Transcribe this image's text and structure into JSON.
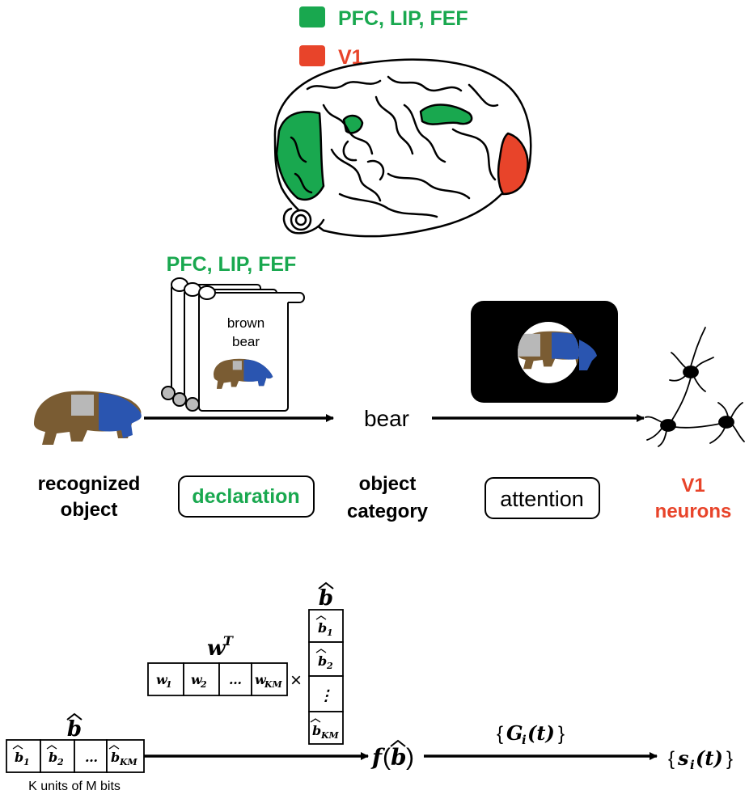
{
  "legend": {
    "items": [
      {
        "label": "PFC, LIP, FEF",
        "color": "#19a84f"
      },
      {
        "label": "V1",
        "color": "#e8442a"
      }
    ]
  },
  "colors": {
    "green": "#19a84f",
    "red": "#e8442a",
    "bear_brown": "#7a5c33",
    "bear_blue": "#2a55b0",
    "bear_gray": "#b8b8b8"
  },
  "pipeline": {
    "region_label": "PFC, LIP, FEF",
    "scroll_text_line1": "brown",
    "scroll_text_line2": "bear",
    "category_word": "bear",
    "stages": {
      "recognized_line1": "recognized",
      "recognized_line2": "object",
      "declaration": "declaration",
      "category_line1": "object",
      "category_line2": "category",
      "attention": "attention",
      "v1_line1": "V1",
      "v1_line2": "neurons"
    }
  },
  "math": {
    "wT_label": "w",
    "wT_sup": "T",
    "w_cells": [
      {
        "base": "w",
        "sub": "1"
      },
      {
        "base": "w",
        "sub": "2"
      },
      {
        "base": "…",
        "sub": ""
      },
      {
        "base": "w",
        "sub": "KM"
      }
    ],
    "times": "×",
    "bhat_label": "b",
    "bcol_cells": [
      {
        "base": "b",
        "sub": "1"
      },
      {
        "base": "b",
        "sub": "2"
      },
      {
        "base": "⋮",
        "sub": ""
      },
      {
        "base": "b",
        "sub": "KM"
      }
    ],
    "brow_cells": [
      {
        "base": "b",
        "sub": "1"
      },
      {
        "base": "b",
        "sub": "2"
      },
      {
        "base": "…",
        "sub": ""
      },
      {
        "base": "b",
        "sub": "KM"
      }
    ],
    "units_caption": "K units of M bits",
    "f_func": "f",
    "f_arg": "b",
    "G_open": "{",
    "G_base": "G",
    "G_sub": "i",
    "G_arg": "(t)",
    "G_close": "}",
    "s_open": "{",
    "s_base": "s",
    "s_sub": "i",
    "s_arg": "(t)",
    "s_close": "}"
  }
}
